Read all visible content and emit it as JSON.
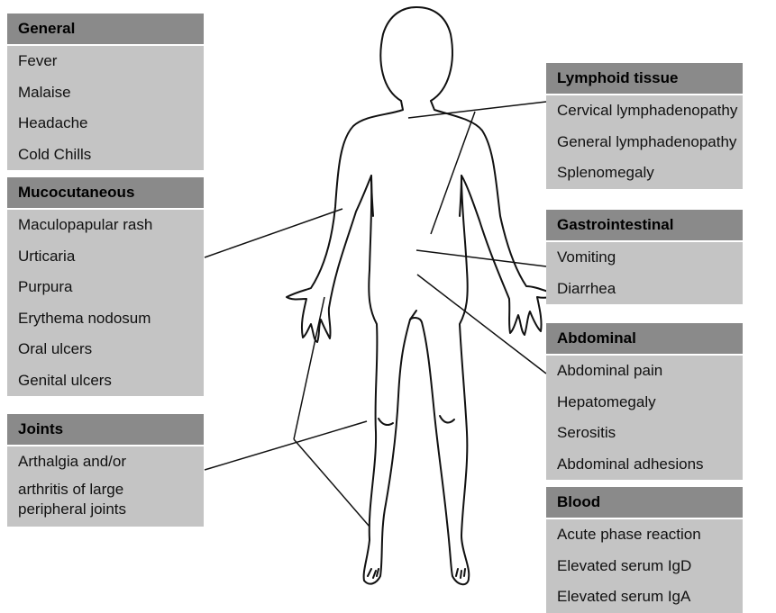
{
  "panels": {
    "general": {
      "title": "General",
      "items": [
        "Fever",
        "Malaise",
        "Headache",
        "Cold Chills"
      ]
    },
    "mucocutaneous": {
      "title": "Mucocutaneous",
      "items": [
        "Maculopapular rash",
        "Urticaria",
        "Purpura",
        "Erythema nodosum",
        "Oral ulcers",
        "Genital ulcers"
      ]
    },
    "joints": {
      "title": "Joints",
      "items": [
        "Arthalgia and/or",
        "arthritis of large peripheral joints"
      ]
    },
    "lymphoid": {
      "title": "Lymphoid tissue",
      "items": [
        "Cervical lymphadenopathy",
        "General lymphadenopathy",
        "Splenomegaly"
      ]
    },
    "gastro": {
      "title": "Gastrointestinal",
      "items": [
        "Vomiting",
        "Diarrhea"
      ]
    },
    "abdominal": {
      "title": "Abdominal",
      "items": [
        "Abdominal pain",
        "Hepatomegaly",
        "Serositis",
        "Abdominal adhesions"
      ]
    },
    "blood": {
      "title": "Blood",
      "items": [
        "Acute phase reaction",
        "Elevated serum IgD",
        "Elevated serum IgA"
      ]
    }
  },
  "colors": {
    "header": "#8a8a8a",
    "items": "#c4c4c4",
    "line": "#111111"
  }
}
